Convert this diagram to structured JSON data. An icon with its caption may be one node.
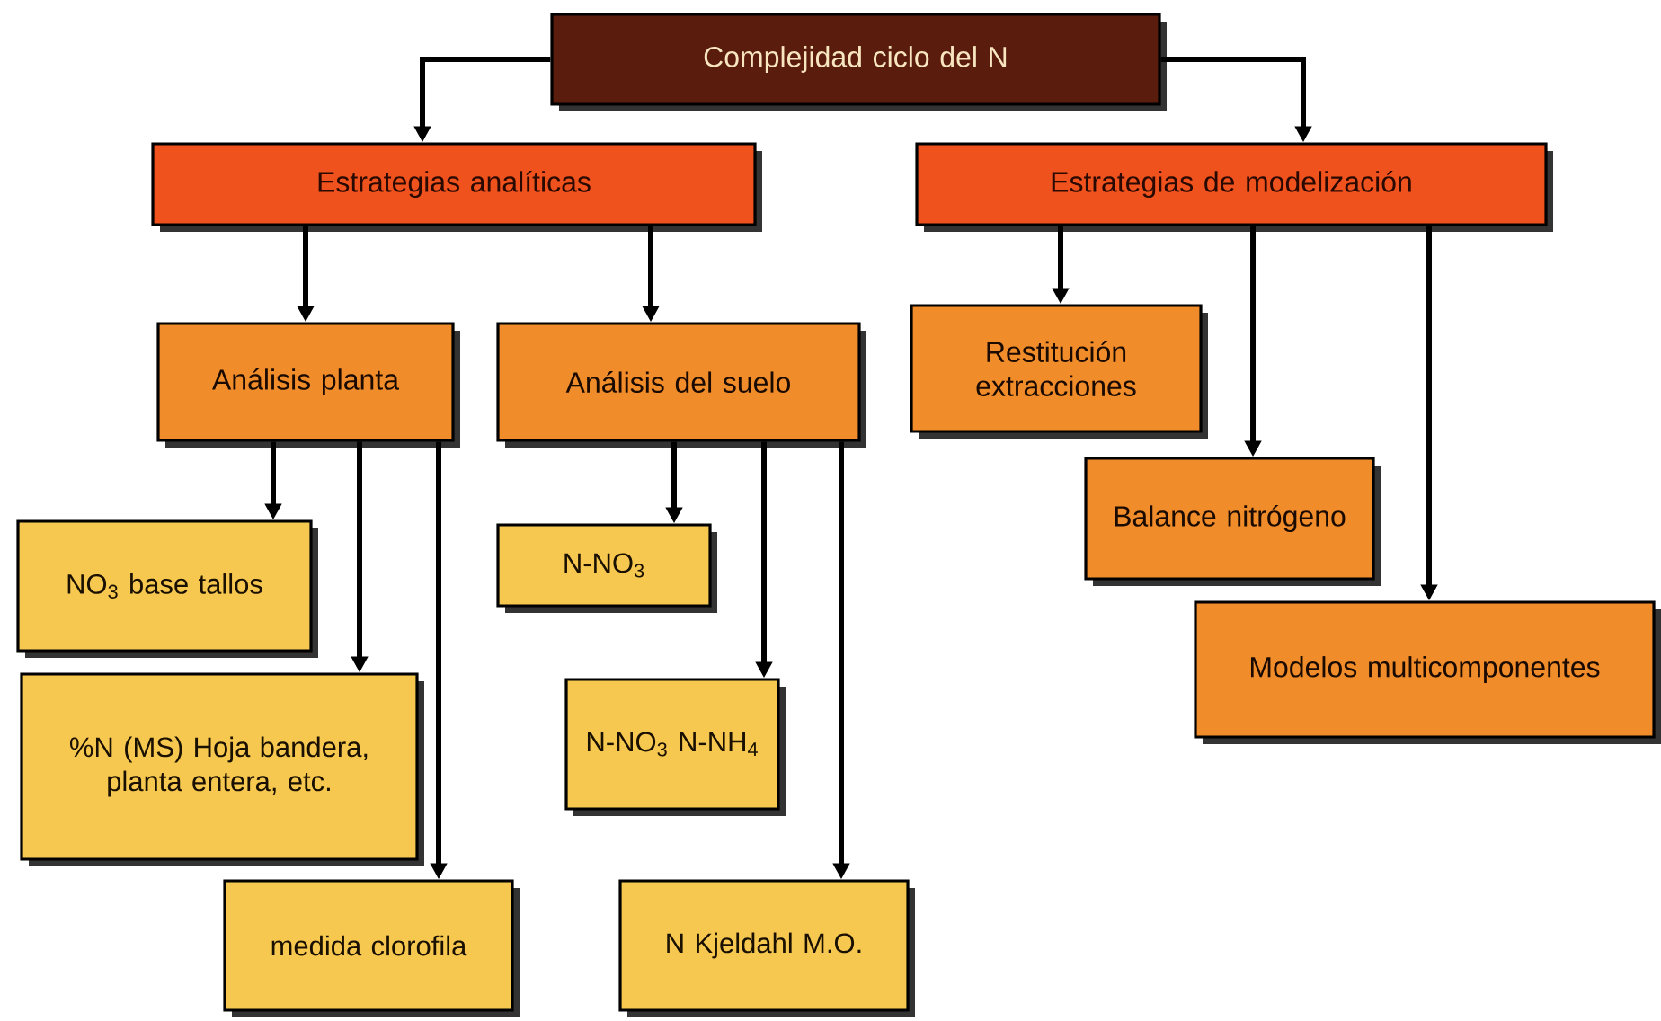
{
  "diagram": {
    "nodes": [
      {
        "text": [
          "Complejidad ciclo del N"
        ]
      },
      {
        "text": [
          "Estrategias analíticas"
        ]
      },
      {
        "text": [
          "Estrategias de modelización"
        ]
      },
      {
        "text": [
          "Análisis planta"
        ]
      },
      {
        "text": [
          "Análisis del suelo"
        ]
      },
      {
        "text": [
          "Restitución extracciones"
        ]
      },
      {
        "text": [
          "Balance nitrógeno"
        ]
      },
      {
        "text": [
          "Modelos multicomponentes"
        ]
      },
      {
        "text": [
          "NO$_{3}$ base tallos"
        ]
      },
      {
        "text": [
          "%N (MS) Hoja bandera, planta entera, etc."
        ]
      },
      {
        "text": [
          "medida clorofila"
        ]
      },
      {
        "text": [
          "N-NO$_{3}$"
        ]
      },
      {
        "text": [
          "N-NO$_{3}$ N-NH$_{4}$"
        ]
      },
      {
        "text": [
          "N Kjeldahl M.O."
        ]
      }
    ],
    "edges": [
      {
        "from": 0,
        "to": 1,
        "arrow": "to"
      },
      {
        "from": 0,
        "to": 2,
        "arrow": "to"
      },
      {
        "from": 1,
        "to": 3,
        "arrow": "to"
      },
      {
        "from": 1,
        "to": 4,
        "arrow": "to"
      },
      {
        "from": 2,
        "to": 5,
        "arrow": "to"
      },
      {
        "from": 2,
        "to": 6,
        "arrow": "to"
      },
      {
        "from": 2,
        "to": 7,
        "arrow": "to"
      },
      {
        "from": 3,
        "to": 8,
        "arrow": "to"
      },
      {
        "from": 3,
        "to": 9,
        "arrow": "to"
      },
      {
        "from": 3,
        "to": 10,
        "arrow": "to"
      },
      {
        "from": 4,
        "to": 11,
        "arrow": "to"
      },
      {
        "from": 4,
        "to": 12,
        "arrow": "to"
      },
      {
        "from": 4,
        "to": 13,
        "arrow": "to"
      }
    ]
  }
}
